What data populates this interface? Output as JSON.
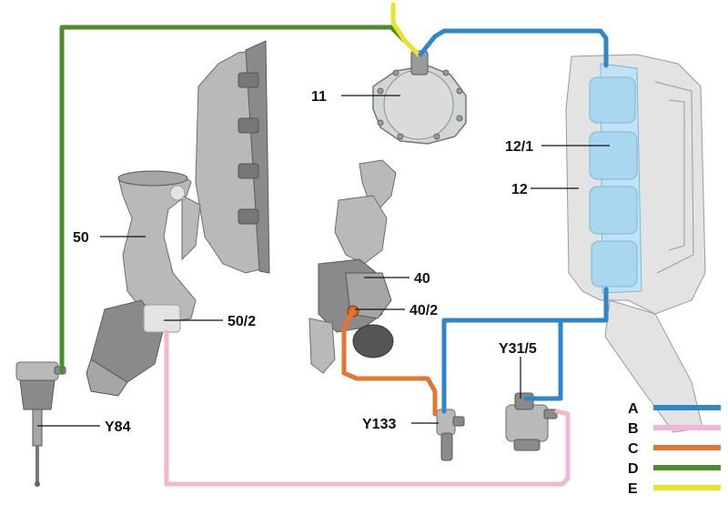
{
  "colors": {
    "A": "#2f86c8",
    "B": "#f0b6d2",
    "C": "#e8752e",
    "D": "#4a8d2a",
    "E": "#e8e22a"
  },
  "components": {
    "c11": "11",
    "c12_1": "12/1",
    "c12": "12",
    "c50": "50",
    "c50_2": "50/2",
    "c40": "40",
    "c40_2": "40/2",
    "cY31_5": "Y31/5",
    "cY133": "Y133",
    "cY84": "Y84"
  },
  "legend": [
    {
      "key": "A",
      "color": "#2f86c8"
    },
    {
      "key": "B",
      "color": "#f0b6d2"
    },
    {
      "key": "C",
      "color": "#e8752e"
    },
    {
      "key": "D",
      "color": "#4a8d2a"
    },
    {
      "key": "E",
      "color": "#e8e22a"
    }
  ]
}
